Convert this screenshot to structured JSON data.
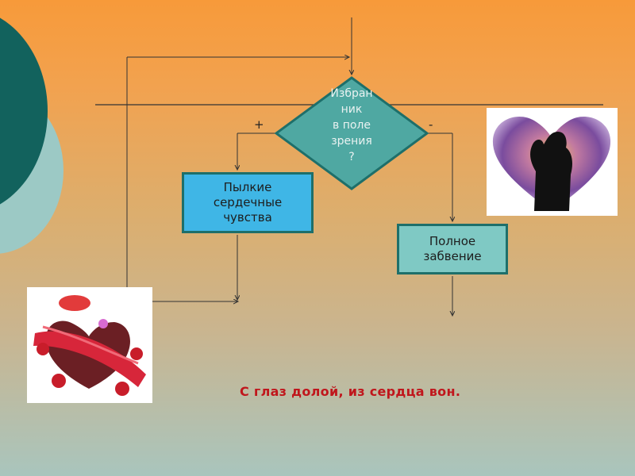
{
  "flowchart": {
    "decision": {
      "lines": [
        "Избран",
        "ник",
        "в поле",
        "зрения",
        "?"
      ]
    },
    "yes_branch": {
      "sign": "+",
      "box_lines": [
        "Пылкие",
        "сердечные",
        "чувства"
      ]
    },
    "no_branch": {
      "sign": "-",
      "box_lines": [
        "Полное",
        "забвение"
      ]
    }
  },
  "pictures": {
    "couple": "couple-silhouette-heart",
    "heart": "wrapped-heart-with-roses"
  },
  "proverb": "С глаз долой, из сердца вон.",
  "colors": {
    "feelings_box": "#3fb6e6",
    "oblivion_box": "#7fc9c4",
    "decision_fill": "#4fa8a2",
    "proverb": "#c0161c"
  }
}
